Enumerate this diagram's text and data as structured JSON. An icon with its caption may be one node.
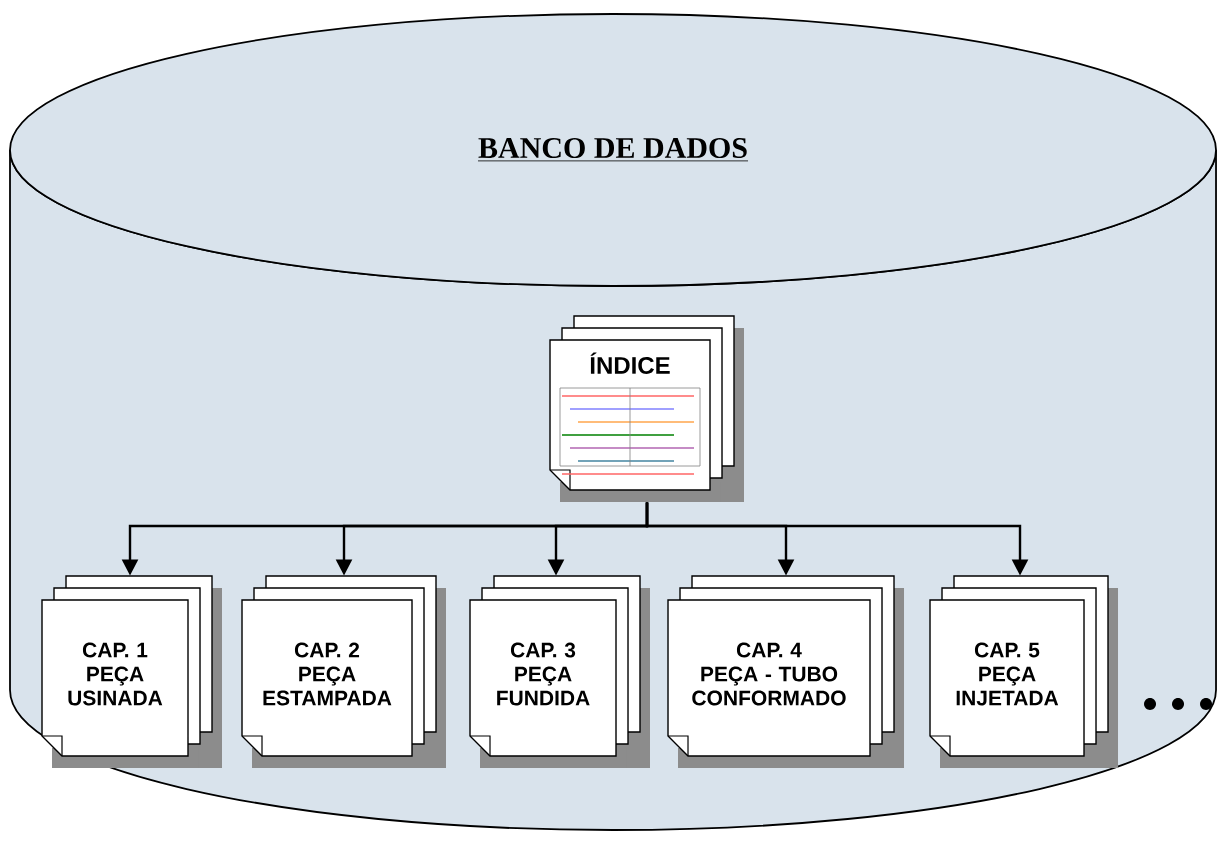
{
  "diagram": {
    "nodes": [
      {
        "text": [
          "BANCO DE DADOS"
        ]
      },
      {
        "text": [
          "ÍNDICE"
        ],
        "in": 0
      },
      {
        "text": [
          "CAP. 1",
          "PEÇA USINADA"
        ],
        "in": 0
      },
      {
        "text": [
          "CAP. 2",
          "PEÇA ESTAMPADA"
        ],
        "in": 0
      },
      {
        "text": [
          "CAP. 3",
          "PEÇA FUNDIDA"
        ],
        "in": 0
      },
      {
        "text": [
          "CAP. 4",
          "PEÇA - TUBO CONFORMADO"
        ],
        "in": 0
      },
      {
        "text": [
          "CAP. 5",
          "PEÇA INJETADA"
        ],
        "in": 0
      }
    ],
    "edges": [
      {
        "from": 1,
        "to": 2,
        "arrow": "to"
      },
      {
        "from": 1,
        "to": 3,
        "arrow": "to"
      },
      {
        "from": 1,
        "to": 4,
        "arrow": "to"
      },
      {
        "from": 1,
        "to": 5,
        "arrow": "to"
      },
      {
        "from": 1,
        "to": 6,
        "arrow": "to"
      }
    ]
  }
}
